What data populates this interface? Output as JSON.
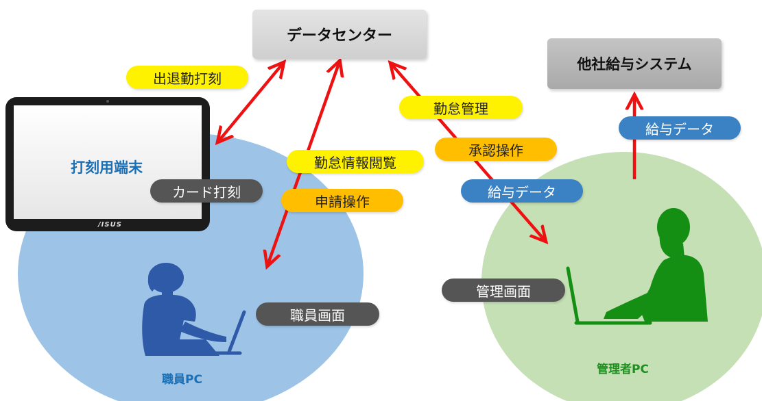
{
  "nodes": {
    "data_center": "データセンター",
    "external_payroll": "他社給与システム",
    "terminal": "打刻用端末",
    "staff_pc": "職員PC",
    "admin_pc": "管理者PC",
    "tablet_brand": "/ISUS"
  },
  "labels": {
    "clock_in_out": "出退勤打刻",
    "card_punch": "カード打刻",
    "attendance_view": "勤怠情報閲覧",
    "application": "申請操作",
    "staff_screen": "職員画面",
    "attendance_mgmt": "勤怠管理",
    "approval": "承認操作",
    "payroll_data_1": "給与データ",
    "payroll_data_2": "給与データ",
    "admin_screen": "管理画面"
  },
  "colors": {
    "arrow": "#ee1111",
    "staff_circle": "#9dc3e6",
    "admin_circle": "#c5e0b4",
    "staff_figure": "#2e5aa8",
    "admin_figure": "#148f14",
    "label_yellow": "#fff200",
    "label_orange": "#ffbf00",
    "label_blue": "#3b82c4",
    "label_dark": "#555555"
  }
}
